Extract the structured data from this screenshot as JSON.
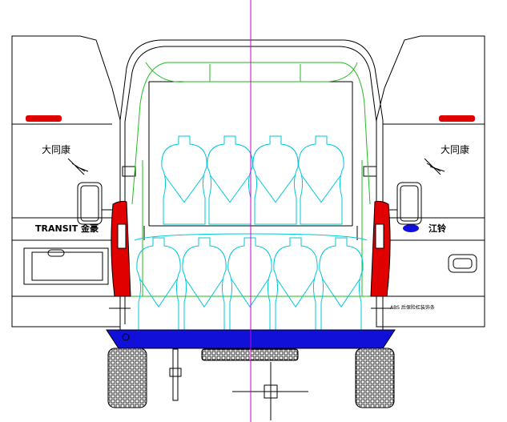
{
  "drawing": {
    "left_door_label": "大同康",
    "right_door_label": "大同康",
    "left_bumper_text": "TRANSIT 金豪",
    "right_bumper_text": "江铃",
    "plate_label": "ABS 后保险杠装饰条",
    "seat_rows": {
      "rear_row_count": 4,
      "front_row_count": 5
    },
    "colors": {
      "outline": "#000000",
      "seat": "#00c8d8",
      "frame": "#22bb22",
      "centerline": "#cc00cc",
      "bumper": "#1010d8",
      "lamp": "#e00000"
    }
  }
}
